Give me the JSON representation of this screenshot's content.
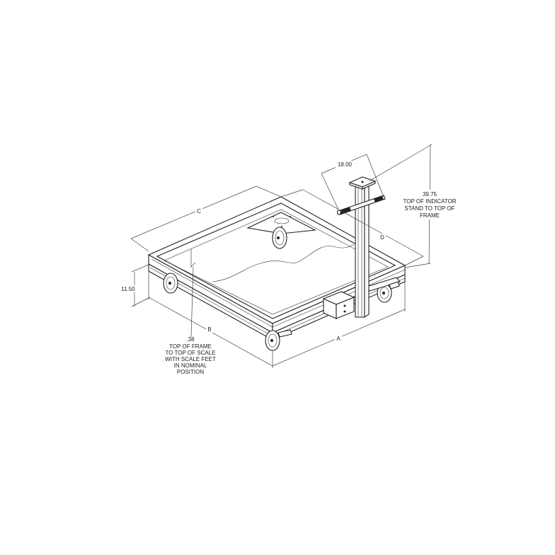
{
  "drawing": {
    "subject": "Portable floor scale cart with indicator stand (isometric view)",
    "dimensions": {
      "a": {
        "label": "A"
      },
      "b": {
        "label": "B"
      },
      "c": {
        "label": "C"
      },
      "d": {
        "label": "D"
      },
      "stand_width": {
        "value": "18.00"
      },
      "frame_height": {
        "value": "11.50"
      },
      "indicator_height": {
        "value": "39.75",
        "note_lines": [
          "TOP OF INDICATOR",
          "STAND TO TOP OF",
          "FRAME"
        ]
      },
      "scale_offset": {
        "value": ".38",
        "note_lines": [
          "TOP OF FRAME",
          "TO TOP OF SCALE",
          "WITH SCALE FEET",
          "IN NOMINAL",
          "POSITION"
        ]
      }
    },
    "colors": {
      "line": "#222222",
      "dimension_line": "#444444",
      "background": "#ffffff"
    }
  }
}
